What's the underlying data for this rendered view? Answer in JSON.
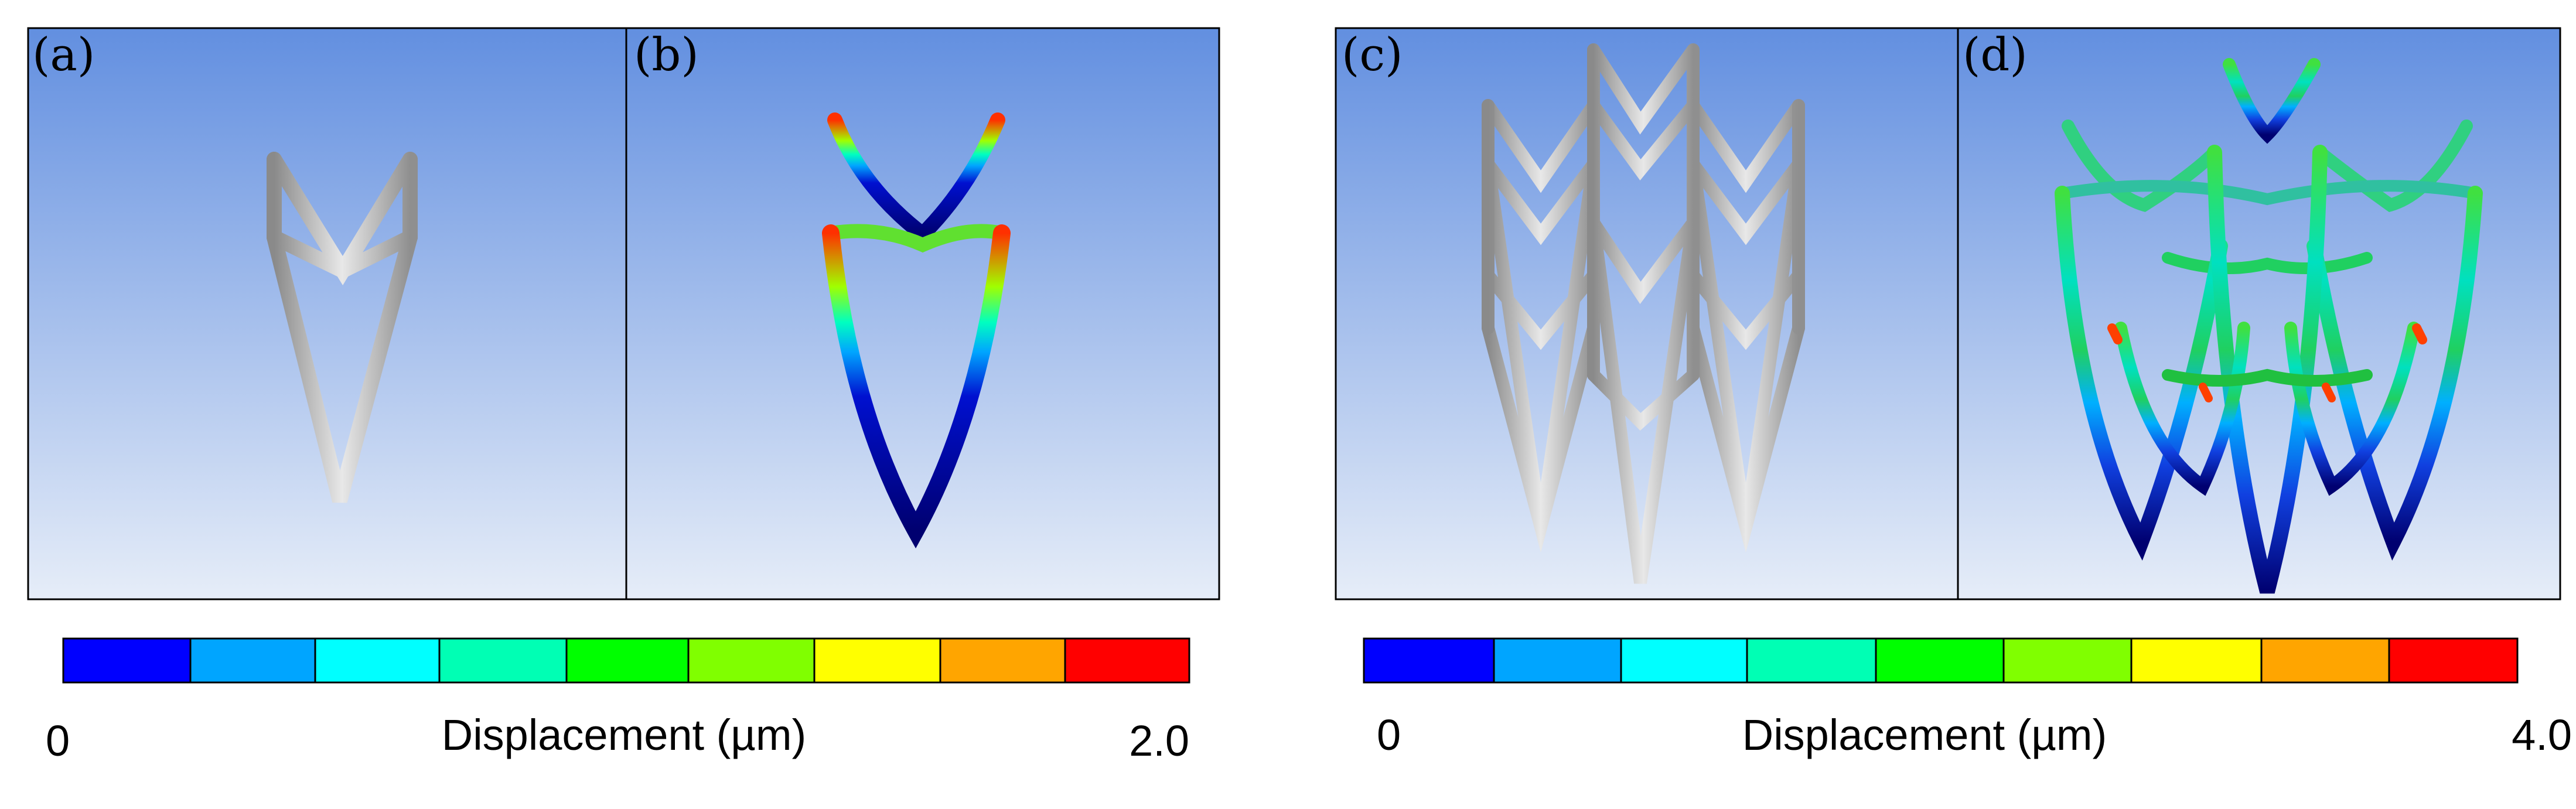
{
  "panels": {
    "a": {
      "label": "(a)"
    },
    "b": {
      "label": "(b)"
    },
    "c": {
      "label": "(c)"
    },
    "d": {
      "label": "(d)"
    }
  },
  "colorbars": {
    "left": {
      "min": "0",
      "max": "2.0",
      "title": "Displacement (µm)"
    },
    "right": {
      "min": "0",
      "max": "4.0",
      "title": "Displacement (µm)"
    }
  },
  "colors": {
    "colormap": [
      "#0000ff",
      "#00a5ff",
      "#00ffff",
      "#00ffb4",
      "#00ff00",
      "#80ff00",
      "#ffff00",
      "#ffa500",
      "#ff0000"
    ],
    "background_top": "#628fe0",
    "background_bottom": "#e6edf8",
    "strut_gray": "#a9a9a9"
  }
}
